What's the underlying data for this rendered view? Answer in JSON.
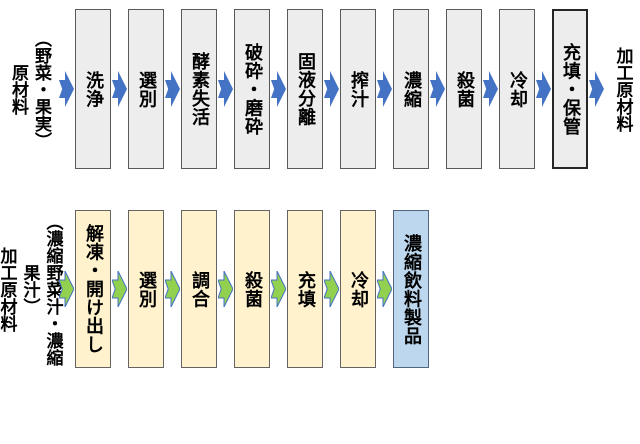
{
  "diagram": {
    "title": "juice-processing-flow",
    "top_flow": {
      "input_label": "（野菜・果実）\n原材料",
      "steps": [
        "洗浄",
        "選別",
        "酵素失活",
        "破砕・磨砕",
        "固液分離",
        "搾汁",
        "濃縮",
        "殺菌",
        "冷却",
        "充填・保管"
      ],
      "output_label": "加工原材料"
    },
    "bottom_flow": {
      "input_label": "（濃縮野菜汁・濃縮果汁）\n加工原材料",
      "steps": [
        "解凍・開け出し",
        "選別",
        "調合",
        "殺菌",
        "充填",
        "冷却"
      ],
      "product_label": "濃縮飲料製品"
    },
    "colors": {
      "top_step_box_fill": "#ededed",
      "bottom_step_box_fill": "#fff2cc",
      "product_box_fill": "#bdd7ee",
      "top_arrow": "#4472c4",
      "bottom_arrow": "#92d050",
      "bottom_arrow_outline": "#4472c4",
      "box_border": "#595959",
      "text": "#000000"
    }
  }
}
